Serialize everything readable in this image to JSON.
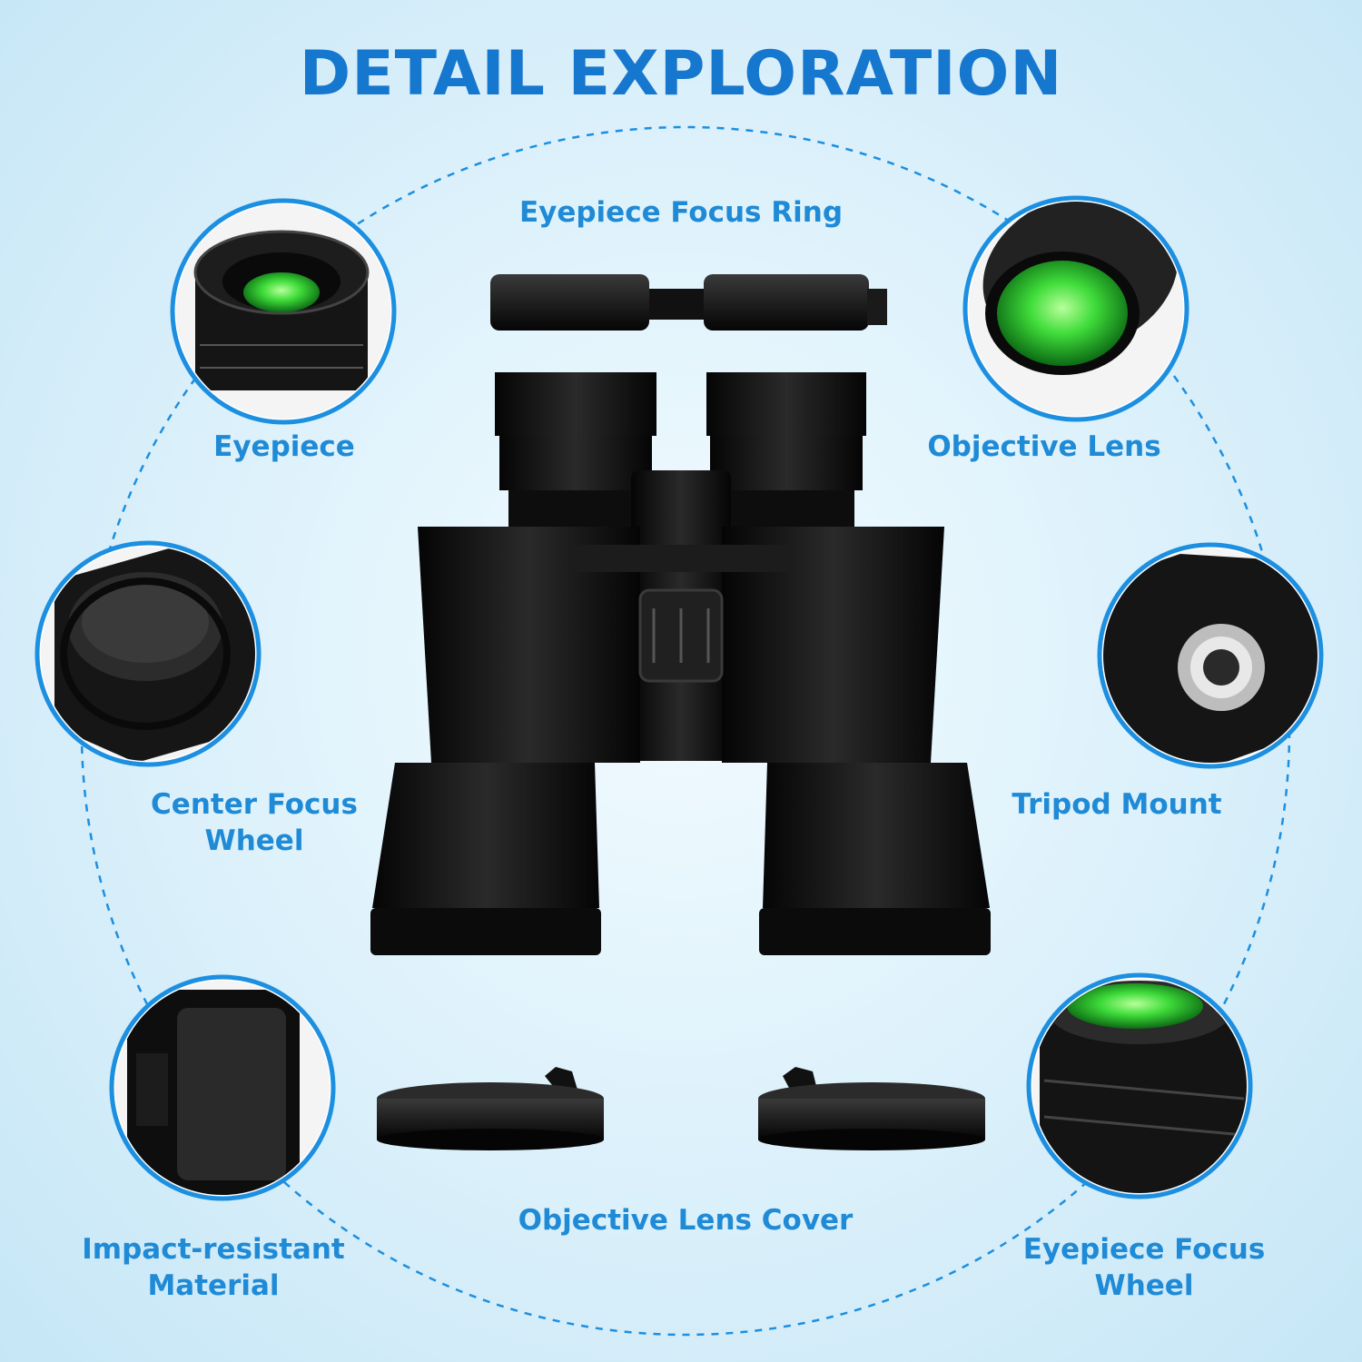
{
  "title": "DETAIL EXPLORATION",
  "labels": {
    "eyepiece_focus_ring": "Eyepiece Focus Ring",
    "eyepiece": "Eyepiece",
    "objective_lens": "Objective Lens",
    "center_focus_wheel": "Center Focus\nWheel",
    "tripod_mount": "Tripod Mount",
    "impact_resistant_material": "Impact-resistant\nMaterial",
    "objective_lens_cover": "Objective Lens Cover",
    "eyepiece_focus_wheel": "Eyepiece Focus\nWheel"
  },
  "colors": {
    "accent": "#1f8ad6",
    "ring": "#1c8fe0",
    "lens_green": "#3fdc3a",
    "body": "#111111"
  }
}
